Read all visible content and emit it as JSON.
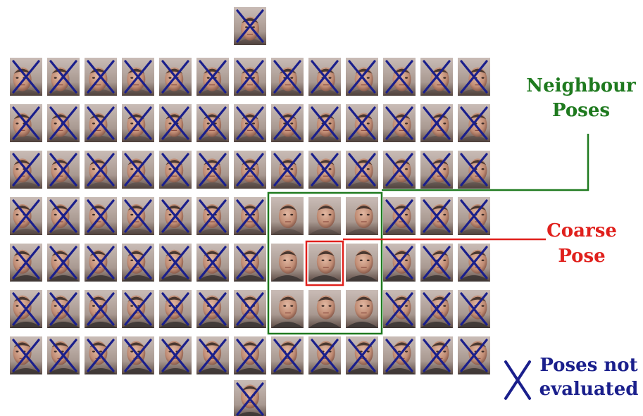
{
  "grid": {
    "rows": 7,
    "cols": 13,
    "extra_top": true,
    "extra_bottom": true,
    "evaluated_rows": [
      3,
      4,
      5
    ],
    "evaluated_cols": [
      7,
      8,
      9
    ],
    "coarse_row": 4,
    "coarse_col": 8
  },
  "labels": {
    "neighbour": [
      "Neighbour",
      "Poses"
    ],
    "coarse": [
      "Coarse",
      "Pose"
    ],
    "not_evaluated": [
      "Poses not",
      "evaluated"
    ]
  },
  "legend": {
    "symbol": "X"
  },
  "colors": {
    "neighbour": "#1f7a1f",
    "coarse": "#e0201c",
    "cross": "#1a1f8c",
    "tile_light": "#b9a8a0",
    "tile_dark": "#6e5a52",
    "skin": "#c79a84",
    "background": "#ffffff"
  },
  "icons": [
    "face-thumbnail",
    "x-cross-icon"
  ]
}
